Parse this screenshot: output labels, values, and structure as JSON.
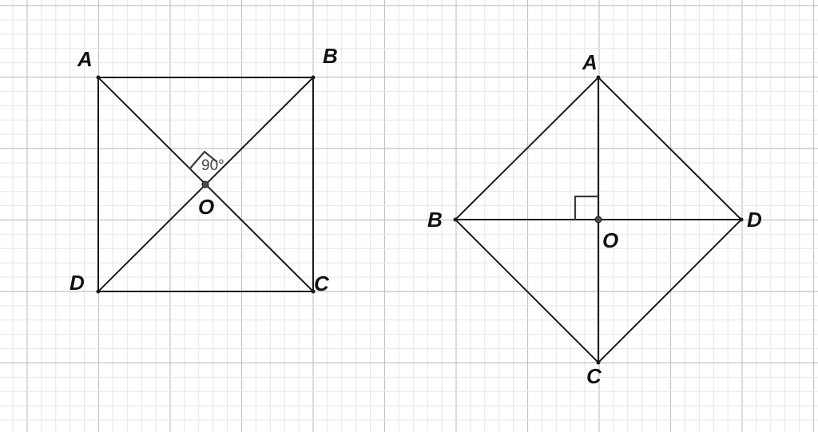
{
  "figure_left": {
    "vertices": {
      "A": "A",
      "B": "B",
      "C": "C",
      "D": "D",
      "O": "O"
    },
    "angle_label": "90°"
  },
  "figure_right": {
    "vertices": {
      "A": "A",
      "B": "B",
      "C": "C",
      "D": "D",
      "O": "O"
    }
  },
  "colors": {
    "background": "#ffffff",
    "minor_grid": "#e6e6e6",
    "major_grid": "#c4c4c4",
    "line": "#1a1a1a"
  }
}
